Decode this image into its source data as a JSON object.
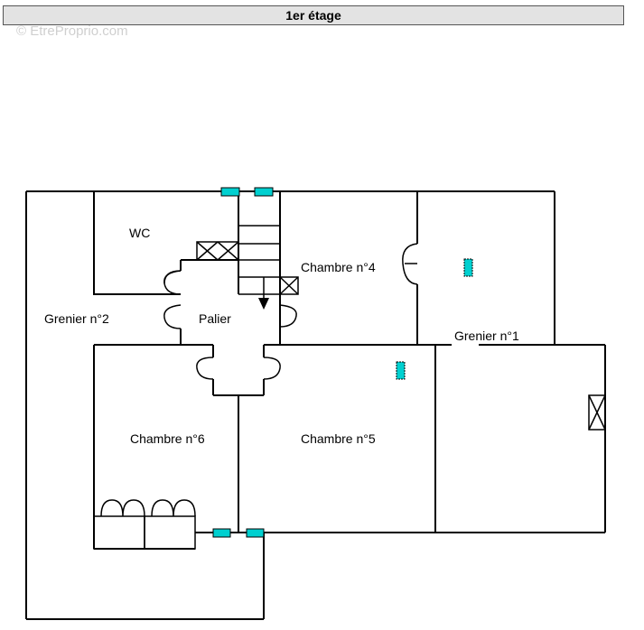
{
  "header": {
    "title": "1er étage"
  },
  "watermark": "© EtreProprio.com",
  "rooms": [
    {
      "id": "wc",
      "label": "WC"
    },
    {
      "id": "chambre4",
      "label": "Chambre n°4"
    },
    {
      "id": "grenier2",
      "label": "Grenier n°2"
    },
    {
      "id": "palier",
      "label": "Palier"
    },
    {
      "id": "grenier1",
      "label": "Grenier n°1"
    },
    {
      "id": "chambre6",
      "label": "Chambre n°6"
    },
    {
      "id": "chambre5",
      "label": "Chambre n°5"
    }
  ],
  "colors": {
    "window": "#00d0d0",
    "wall": "#000000"
  },
  "icons": [
    "window-icon",
    "radiator-icon",
    "chimney-icon",
    "door-icon",
    "stair-arrow-icon"
  ]
}
